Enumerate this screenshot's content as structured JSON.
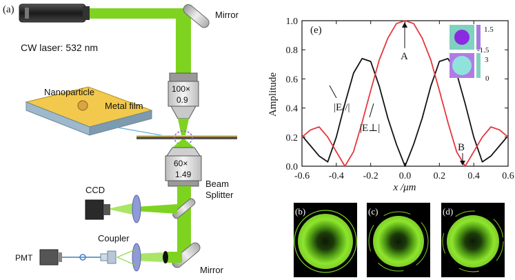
{
  "setup": {
    "panel_label": "(a)",
    "laser_label": "CW laser: 532 nm",
    "mirror_top_label": "Mirror",
    "nanoparticle_label": "Nanoparticle",
    "metal_film_label": "Metal film",
    "objective_top": [
      "100×",
      "0.9"
    ],
    "objective_bottom": [
      "60×",
      "1.49"
    ],
    "ccd_label": "CCD",
    "beam_splitter_label": [
      "Beam",
      "Splitter"
    ],
    "coupler_label": "Coupler",
    "pmt_label": "PMT",
    "mirror_bottom_label": "Mirror",
    "colors": {
      "beam": "#7ed321",
      "beam_dark": "#5fb30f",
      "film_top": "#f2c94c",
      "film_side": "#9fb9cc",
      "lens": "#8f9ad8",
      "focus_ring": "#8a6bd1"
    }
  },
  "chart_data": {
    "type": "line",
    "panel_label": "(e)",
    "xlabel": "x /μm",
    "ylabel": "Amplitude",
    "xlim": [
      -0.6,
      0.6
    ],
    "ylim": [
      0.0,
      1.0
    ],
    "xticks": [
      -0.6,
      -0.4,
      -0.2,
      0.0,
      0.2,
      0.4,
      0.6
    ],
    "yticks": [
      0.0,
      0.2,
      0.4,
      0.6,
      0.8,
      1.0
    ],
    "x": [
      -0.6,
      -0.55,
      -0.5,
      -0.45,
      -0.4,
      -0.35,
      -0.3,
      -0.25,
      -0.2,
      -0.15,
      -0.1,
      -0.05,
      0.0,
      0.05,
      0.1,
      0.15,
      0.2,
      0.25,
      0.3,
      0.35,
      0.4,
      0.45,
      0.5,
      0.55,
      0.6
    ],
    "series": [
      {
        "name": "|E//|",
        "color": "#111111",
        "values": [
          0.21,
          0.14,
          0.07,
          0.03,
          0.2,
          0.43,
          0.64,
          0.74,
          0.72,
          0.55,
          0.33,
          0.15,
          0.0,
          0.15,
          0.33,
          0.55,
          0.72,
          0.74,
          0.64,
          0.43,
          0.2,
          0.03,
          0.07,
          0.14,
          0.21
        ]
      },
      {
        "name": "|E⊥|",
        "color": "#e5353b",
        "values": [
          0.2,
          0.25,
          0.27,
          0.2,
          0.1,
          0.0,
          0.1,
          0.3,
          0.52,
          0.73,
          0.88,
          0.98,
          1.0,
          0.98,
          0.88,
          0.73,
          0.52,
          0.3,
          0.1,
          0.0,
          0.1,
          0.2,
          0.27,
          0.25,
          0.2
        ]
      }
    ],
    "annotations": [
      {
        "text": "A",
        "x": 0.0,
        "y": 1.0
      },
      {
        "text": "B",
        "x": 0.34,
        "y": 0.0
      }
    ],
    "inset_colorbars": [
      {
        "max_label": "1.5",
        "min_label": "-1.5"
      },
      {
        "max_label": "3",
        "min_label": "0"
      }
    ]
  },
  "images": [
    {
      "label": "(b)"
    },
    {
      "label": "(c)"
    },
    {
      "label": "(d)"
    }
  ]
}
